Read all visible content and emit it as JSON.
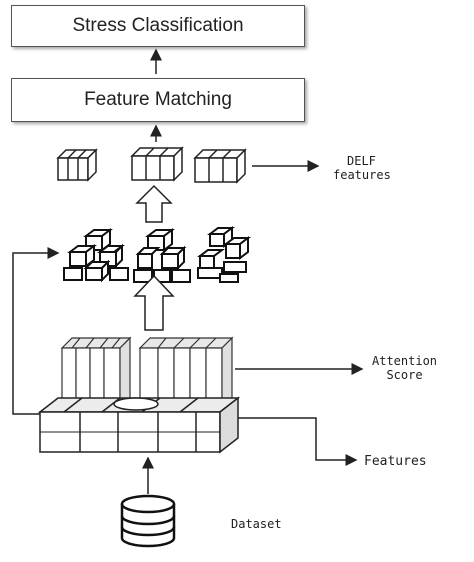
{
  "diagram": {
    "top_box": "Stress Classification",
    "second_box": "Feature Matching",
    "delf_label_line1": "DELF",
    "delf_label_line2": "features",
    "attention_label_line1": "Attention",
    "attention_label_line2": "Score",
    "features_label": "Features",
    "dataset_label": "Dataset"
  },
  "icons": {
    "feature_blocks": "cube-grid-icon",
    "delf_blocks": "sliced-block-icon",
    "attention_bars": "bar-stack-icon",
    "database": "database-icon"
  },
  "colors": {
    "stroke": "#222222",
    "box_border": "#555555"
  }
}
